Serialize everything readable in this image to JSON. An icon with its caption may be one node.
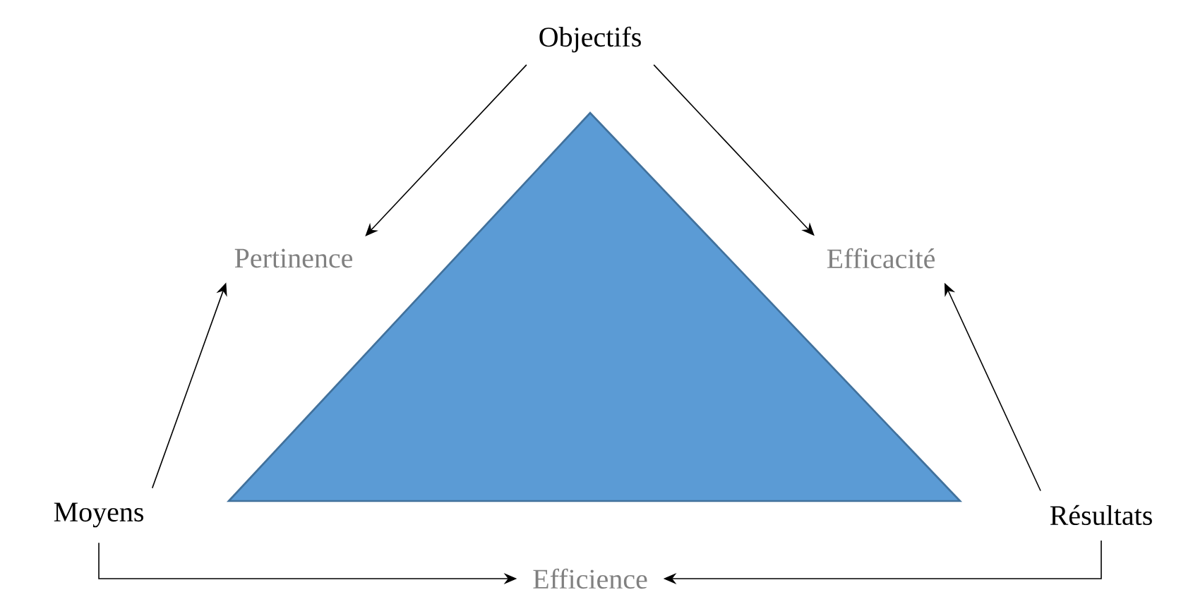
{
  "diagram": {
    "nodes": [
      {
        "text": [
          "Objectifs"
        ]
      },
      {
        "text": [
          "Pertinence"
        ]
      },
      {
        "text": [
          "Efficacité"
        ]
      },
      {
        "text": [
          "Moyens"
        ]
      },
      {
        "text": [
          "Résultats"
        ]
      },
      {
        "text": [
          "Efficience"
        ]
      }
    ],
    "edges": [
      {
        "from": 0,
        "to": 1,
        "arrow": "to"
      },
      {
        "from": 0,
        "to": 2,
        "arrow": "to"
      },
      {
        "from": 3,
        "to": 1,
        "arrow": "to"
      },
      {
        "from": 4,
        "to": 2,
        "arrow": "to"
      },
      {
        "from": 3,
        "to": 5,
        "arrow": "to"
      },
      {
        "from": 4,
        "to": 5,
        "arrow": "to"
      }
    ]
  }
}
